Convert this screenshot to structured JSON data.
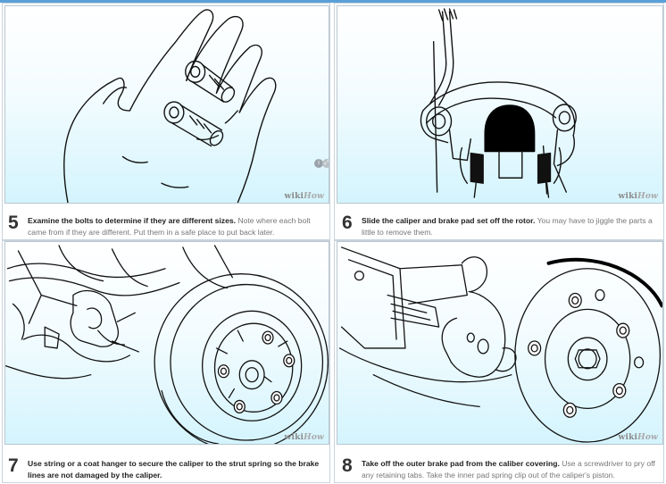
{
  "steps": [
    {
      "number": "5",
      "title": "Examine the bolts to determine if they are different sizes.",
      "detail": "Note where each bolt came from if they are different. Put them in a safe place to put back later.",
      "watermark": {
        "brand": "wiki",
        "suffix": "How"
      }
    },
    {
      "number": "6",
      "title": "Slide the caliper and brake pad set off the rotor.",
      "detail": "You may have to jiggle the parts a little to remove them.",
      "watermark": {
        "brand": "wiki",
        "suffix": "How"
      }
    },
    {
      "number": "7",
      "title": "Use string or a coat hanger to secure the caliper to the strut spring so the brake lines are not damaged by the caliper.",
      "detail": "",
      "watermark": {
        "brand": "wiki",
        "suffix": "How"
      }
    },
    {
      "number": "8",
      "title": "Take off the outer brake pad from the caliber covering.",
      "detail": "Use a screwdriver to pry off any retaining tabs. Take the inner pad spring clip out of the caliper's piston.",
      "watermark": {
        "brand": "wiki",
        "suffix": "How"
      }
    }
  ],
  "colors": {
    "accent_strip": "#5aa0d8",
    "image_gradient_bottom": "#d4f4fd",
    "line_art": "#111111"
  },
  "icons": [
    "info-icon",
    "expand-icon"
  ]
}
